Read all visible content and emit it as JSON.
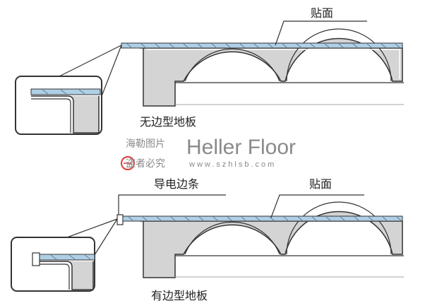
{
  "labels": {
    "top_facing": "贴面",
    "top_caption": "无边型地板",
    "bottom_strip": "导电边条",
    "bottom_facing": "贴面",
    "bottom_caption": "有边型地板"
  },
  "watermark": {
    "line1": "海勒图片",
    "line2": "盗者必究",
    "brand": "Heller Floor",
    "url": "www.szhlsb.com",
    "stamp_icon": "red-circle-stamp"
  },
  "colors": {
    "facing_blue": "#aecfe6",
    "body_gray": "#d4d4d4",
    "outline": "#333333",
    "stamp_red": "#e23b3b",
    "watermark_gray": "#8a8a8a"
  }
}
